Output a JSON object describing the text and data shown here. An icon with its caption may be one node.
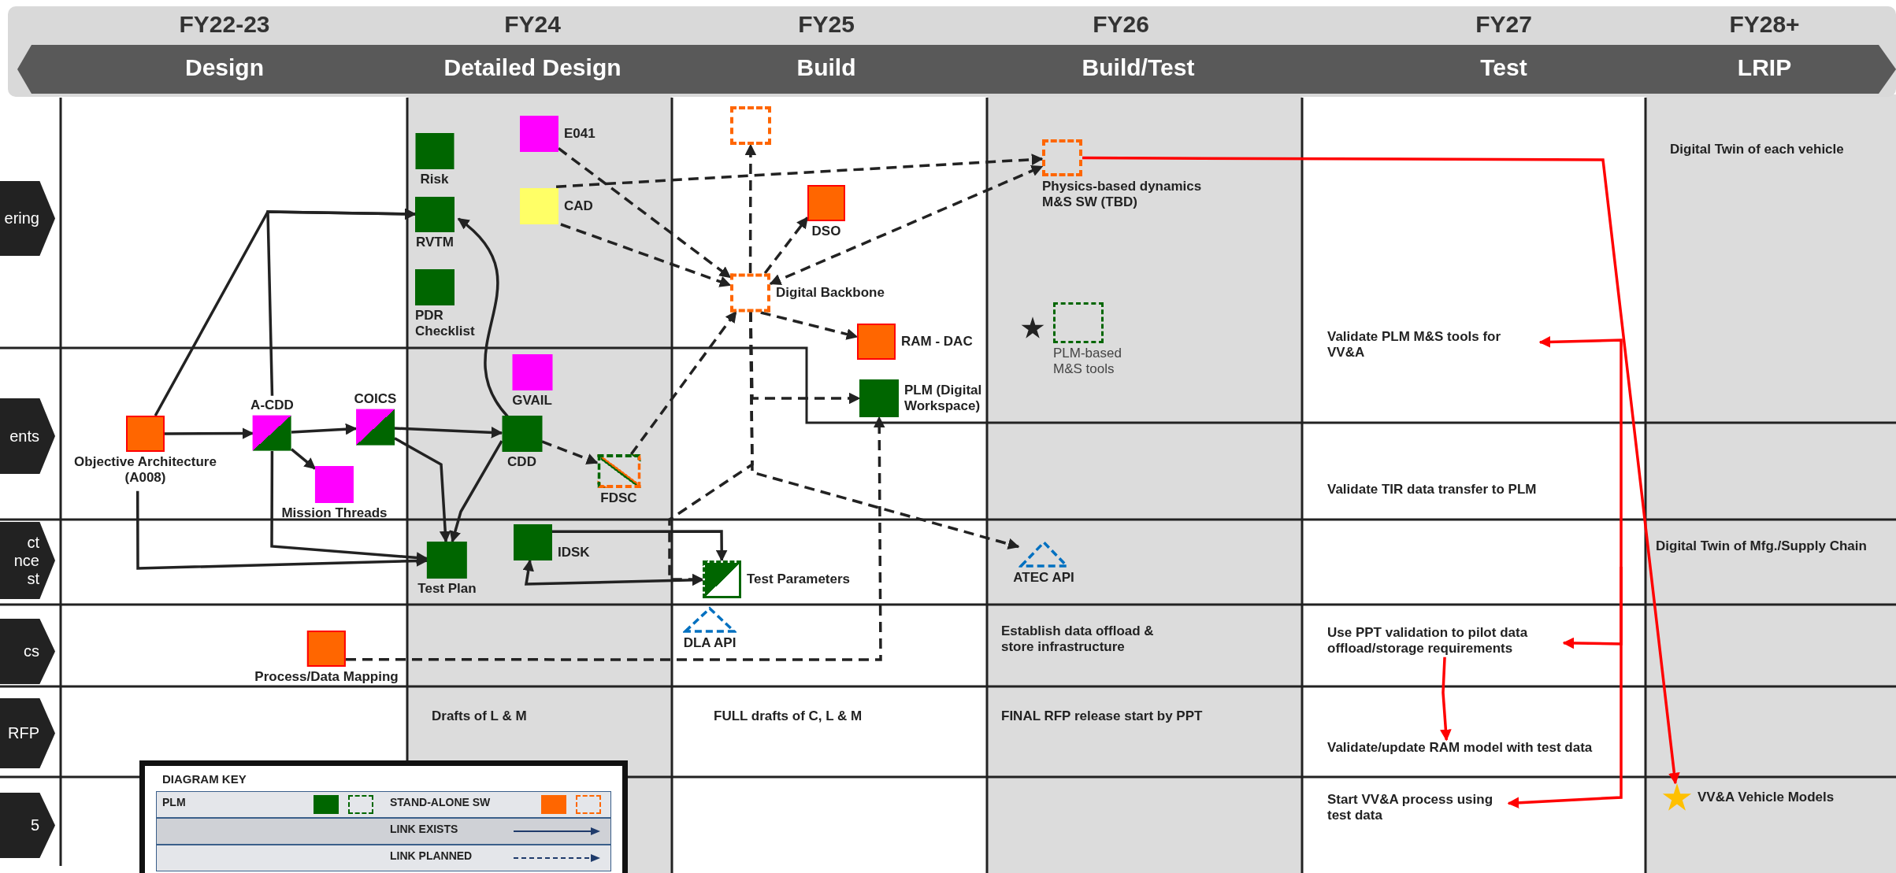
{
  "diagram": {
    "nodes": [
      {
        "text": [
          "Design",
          "Detailed Design",
          "Build",
          "Build/Test",
          "Test",
          "LRIP"
        ]
      },
      {
        "text": [
          "ering"
        ]
      },
      {
        "text": [
          "ents"
        ]
      },
      {
        "text": [
          "ct nce st"
        ]
      },
      {
        "text": [
          "cs"
        ]
      },
      {
        "text": [
          "RFP"
        ]
      },
      {
        "text": [
          "5"
        ]
      },
      {
        "text": [],
        "shape": "box"
      },
      {
        "text": [
          "E041"
        ]
      },
      {
        "text": [
          "Risk"
        ]
      },
      {
        "text": [
          "Physics-based dynamics M&S SW (TBD)"
        ]
      },
      {
        "text": [
          "CAD"
        ]
      },
      {
        "text": [
          "RVTM"
        ]
      },
      {
        "text": [
          "DSO"
        ]
      },
      {
        "text": [
          "Digital Backbone"
        ]
      },
      {
        "text": [
          "PDR Checklist"
        ]
      },
      {
        "text": [
          "PLM-based M&S tools"
        ]
      },
      {
        "text": [
          "RAM - DAC"
        ]
      },
      {
        "text": [
          "Validate PLM M&S tools for VV&A"
        ]
      },
      {
        "text": [
          "GVAIL"
        ]
      },
      {
        "text": [
          "PLM (Digital Workspace)"
        ]
      },
      {
        "text": [
          "Objective Architecture (A008)"
        ]
      },
      {
        "text": [
          "A-CDD"
        ]
      },
      {
        "text": [
          "COICS"
        ]
      },
      {
        "text": [
          "CDD"
        ]
      },
      {
        "text": [
          "Mission Threads"
        ]
      },
      {
        "text": [
          "FDSC"
        ]
      },
      {
        "text": [
          "Test Plan"
        ]
      },
      {
        "text": [
          "IDSK"
        ]
      },
      {
        "text": [
          "Test Parameters"
        ]
      },
      {
        "text": [
          "ATEC API"
        ]
      },
      {
        "text": [
          "DLA API"
        ]
      },
      {
        "text": [
          "Process/Data Mapping"
        ]
      },
      {
        "text": [
          "Use PPT validation to pilot data offload/storage requirements"
        ]
      },
      {
        "text": [
          "Validate/update RAM model with test data"
        ]
      },
      {
        "text": [
          "Start VV&A process using test data"
        ]
      },
      {
        "text": [
          "VV&A Vehicle Models"
        ]
      }
    ],
    "edges": [
      {
        "from": 21,
        "to": 12,
        "arrow": "to"
      },
      {
        "from": 22,
        "to": 12,
        "arrow": "to"
      },
      {
        "from": 21,
        "to": 22,
        "arrow": "to"
      },
      {
        "from": 22,
        "to": 23,
        "arrow": "to"
      },
      {
        "from": 22,
        "to": 25,
        "arrow": "to"
      },
      {
        "from": 23,
        "to": 24,
        "arrow": "to"
      },
      {
        "from": 23,
        "to": 27,
        "arrow": "to"
      },
      {
        "from": 24,
        "to": 12,
        "arrow": "to"
      },
      {
        "from": 24,
        "to": 27,
        "arrow": "to"
      },
      {
        "from": 21,
        "to": 27,
        "arrow": "to"
      },
      {
        "from": 22,
        "to": 27,
        "arrow": "to"
      },
      {
        "from": 28,
        "to": 29,
        "arrow": "to"
      },
      {
        "from": 28,
        "to": 29,
        "arrow": "both"
      },
      {
        "from": 8,
        "to": 14,
        "arrow": "to",
        "style": "dashed"
      },
      {
        "from": 11,
        "to": 14,
        "arrow": "to",
        "style": "dashed"
      },
      {
        "from": 11,
        "to": 10,
        "arrow": "to",
        "style": "dashed"
      },
      {
        "from": 14,
        "to": 7,
        "arrow": "to",
        "style": "dashed"
      },
      {
        "from": 14,
        "to": 13,
        "arrow": "to",
        "style": "dashed"
      },
      {
        "from": 14,
        "to": 10,
        "arrow": "both",
        "style": "dashed"
      },
      {
        "from": 14,
        "to": 17,
        "arrow": "to",
        "style": "dashed"
      },
      {
        "from": 14,
        "to": 20,
        "arrow": "to",
        "style": "dashed"
      },
      {
        "from": 14,
        "to": 29,
        "arrow": "to",
        "style": "dashed"
      },
      {
        "from": 14,
        "to": 30,
        "arrow": "to",
        "style": "dashed"
      },
      {
        "from": 24,
        "to": 26,
        "arrow": "to",
        "style": "dashed"
      },
      {
        "from": 26,
        "to": 14,
        "arrow": "to",
        "style": "dashed"
      },
      {
        "from": 32,
        "to": 20,
        "arrow": "to",
        "style": "dashed"
      },
      {
        "from": 10,
        "to": 36,
        "arrow": "to",
        "color": "#ff0000"
      },
      {
        "from": null,
        "to": 18,
        "arrow": "to",
        "color": "#ff0000"
      },
      {
        "from": null,
        "to": 33,
        "arrow": "to",
        "color": "#ff0000"
      },
      {
        "from": 33,
        "to": 34,
        "arrow": "to",
        "color": "#ff0000"
      },
      {
        "from": null,
        "to": 35,
        "arrow": "to",
        "color": "#ff0000"
      }
    ],
    "labels": [
      "FY22-23",
      "FY24",
      "FY25",
      "FY26",
      "FY27",
      "FY28+",
      "Digital Twin of each vehicle",
      "Validate TIR data transfer to PLM",
      "Digital Twin of Mfg./Supply Chain",
      "Establish data offload & store infrastructure",
      "Drafts of L & M",
      "FULL drafts of C, L & M",
      "FINAL RFP release start by PPT",
      "DIAGRAM KEY"
    ],
    "legend": [
      {
        "text": "PLM",
        "color": "#006600"
      },
      {
        "text": "STAND-ALONE SW",
        "color": "#ff6600"
      },
      {
        "text": "LINK EXISTS"
      },
      {
        "text": "LINK PLANNED"
      }
    ]
  }
}
